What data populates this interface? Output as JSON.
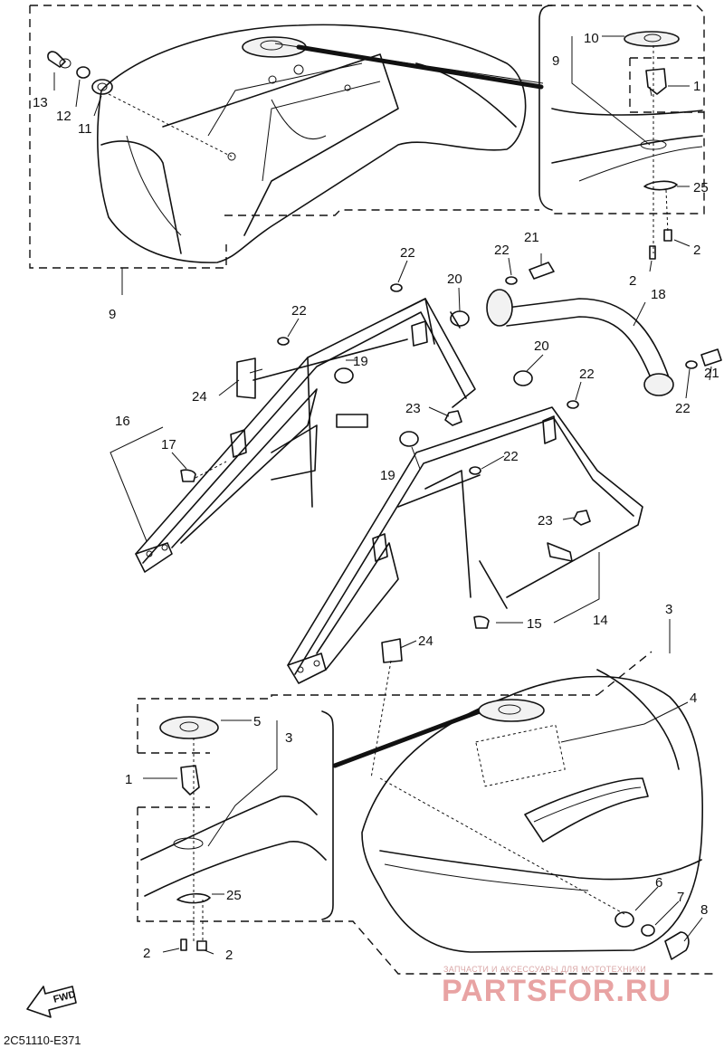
{
  "diagram": {
    "drawing_code": "2C51110-E371",
    "direction_label": "FWD",
    "watermark_top": "ЗАПЧАСТИ И АКСЕССУАРЫ ДЛЯ МОТОТЕХНИКИ",
    "watermark_main": "PARTSFOR.RU",
    "callouts": {
      "c13": "13",
      "c12": "12",
      "c11": "11",
      "c9a": "9",
      "c9b": "9",
      "c10": "10",
      "c1a": "1",
      "c25a": "25",
      "c2a": "2",
      "c2b": "2",
      "c22a": "22",
      "c22b": "22",
      "c21a": "21",
      "c20a": "20",
      "c18": "18",
      "c22c": "22",
      "c19a": "19",
      "c20b": "20",
      "c22d": "22",
      "c21b": "21",
      "c22e": "22",
      "c24a": "24",
      "c23a": "23",
      "c16": "16",
      "c17": "17",
      "c22f": "22",
      "c19b": "19",
      "c23b": "23",
      "c3a": "3",
      "c14": "14",
      "c15": "15",
      "c24b": "24",
      "c4": "4",
      "c5": "5",
      "c3b": "3",
      "c1b": "1",
      "c25b": "25",
      "c2c": "2",
      "c2d": "2",
      "c6": "6",
      "c7": "7",
      "c8": "8"
    }
  }
}
